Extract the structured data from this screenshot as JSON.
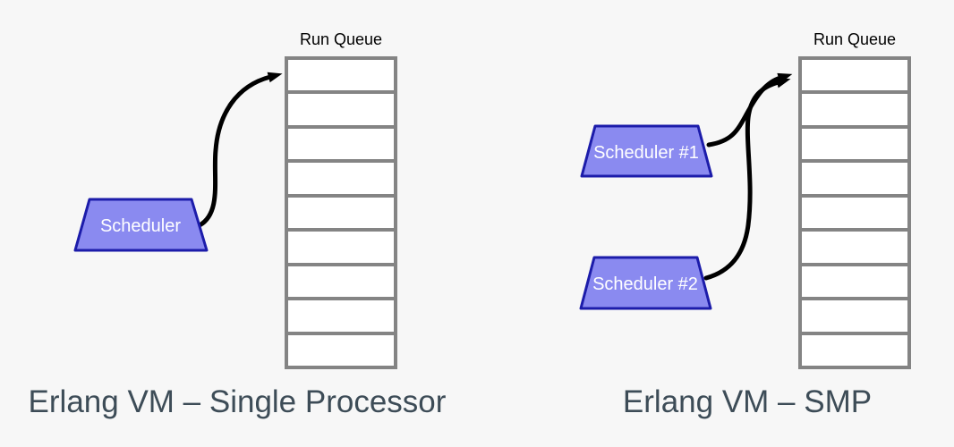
{
  "background_color": "#f7f7f7",
  "colors": {
    "scheduler_fill": "#8a8af0",
    "scheduler_border": "#1c1caa",
    "queue_border": "#848484",
    "queue_cell_fill": "#ffffff",
    "arrow": "#000000",
    "caption_text": "#3d4c57",
    "queue_label_text": "#000000",
    "scheduler_label_text": "#ffffff"
  },
  "left_diagram": {
    "queue_label": "Run Queue",
    "queue_cells": 9,
    "scheduler_label": "Scheduler",
    "caption": "Erlang VM – Single Processor"
  },
  "right_diagram": {
    "queue_label": "Run Queue",
    "queue_cells": 9,
    "schedulers": [
      {
        "label": "Scheduler #1"
      },
      {
        "label": "Scheduler #2"
      }
    ],
    "caption": "Erlang VM – SMP"
  }
}
